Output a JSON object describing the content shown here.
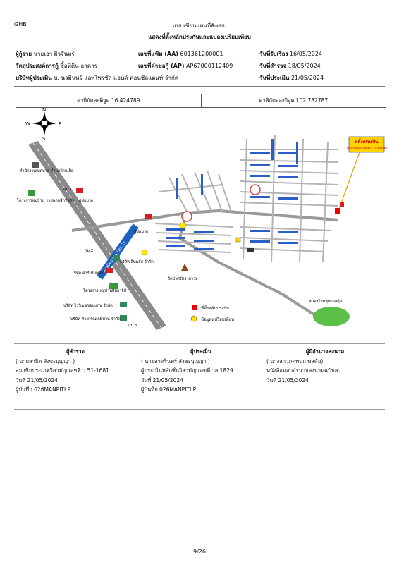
{
  "header": {
    "bank": "GHB",
    "title": "แบบเขียนแผนที่สังเขป",
    "subtitle": "แสดงที่ตั้งหลักประกันและแปลงเปรียบเทียบ"
  },
  "info": {
    "borrower_label": "ผู้กู้ราย",
    "borrower_value": "นายเอา ผิวจันทร์",
    "file_label": "เลขที่แฟ้ม (AA)",
    "file_value": "601361200001",
    "received_label": "วันที่รับเรื่อง",
    "received_value": "16/05/2024",
    "purpose_label": "วัตถุประสงค์การกู้",
    "purpose_value": "ซื้อที่ดิน-อาคาร",
    "request_label": "เลขที่คำขอกู้ (AP)",
    "request_value": "AP67000112409",
    "survey_label": "วันที่สำรวจ",
    "survey_value": "18/05/2024",
    "company_label": "บริษัทผู้ประเมิน",
    "company_value": "บ. นวมินทร์ แอพไพรซัล แอนด์ คอนซัลแตนท์ จำกัด",
    "appraise_label": "วันที่ประเมิน",
    "appraise_value": "21/05/2024"
  },
  "coords": {
    "lat": "ค่าพิกัดละติจูด 16.424789",
    "lng": "ค่าพิกัดลองจิจูด 102.782787"
  },
  "map": {
    "compass": {
      "n": "N",
      "s": "S",
      "e": "E",
      "w": "W"
    },
    "asset_label": "ที่ตั้งทรัพย์สิน",
    "asset_note": "โครงการหมู่บ้านสินธร 2 (บ้านสีชมพู)",
    "legend_collateral": "ที่ตั้งหลักประกัน",
    "legend_comparable": "ข้อมูลแปรียบเทียบ",
    "landmarks": {
      "office": "สำนักงานเทศบาล\nตำบลบ้านเป็ด",
      "project1": "โครงการหมู่บ้าน\nราชพฤกษ์กรีนวิว",
      "garage": "อู่ซ่อมรถ",
      "km1": "กม.1",
      "km2": "กม.2",
      "km3": "กม.3",
      "shop": "อู่ซ่อมรถ",
      "rich": "ริชูด คาร์เซ็นเตอร์",
      "project2": "โครงการ\nหมู่บ้านสิทธาธิธี",
      "co1": "บริษัท สินพลัส จำกัด",
      "co2": "บริษัท ไรร์เมชชอนแก่น จำกัด",
      "co3": "บริษัท ห้างกรณเคมีบ้าน จำกัด",
      "temple": "วัดป่าศรัทธาธรรม",
      "pond": "หนองโจดทุ่ยบอลตุ้น",
      "main_road": "ถนนมิตรภาพ (ทล.2)"
    }
  },
  "signatures": [
    {
      "role": "ผู้สำรวจ",
      "name": "( นายสาธิต สังขะบุญญา )",
      "line1": "สมาชิกประเภทวิสามัญ เลขที่ ว.51-1681",
      "date": "วันที่ 21/05/2024",
      "rec": "ผู้บันทึก 026MANPITI.P"
    },
    {
      "role": "ผู้ประเมิน",
      "name": "( นายสาครินทร์ สังขะบุญญา )",
      "line1": "ผู้ประเมินหลักชั้นวิสามัญ เลขที่ วส.1829",
      "date": "วันที่ 21/05/2024",
      "rec": "ผู้บันทึก 026MANPITI.P"
    },
    {
      "role": "ผู้มีอำนาจลงนาม",
      "name": "( นางสาวภคทนก พลค้อ)",
      "line1": "หนังสือมอบอำนาจลงนามฉบับลว.",
      "date": "วันที่ 21/05/2024",
      "rec": ""
    }
  ],
  "page": "9/26"
}
